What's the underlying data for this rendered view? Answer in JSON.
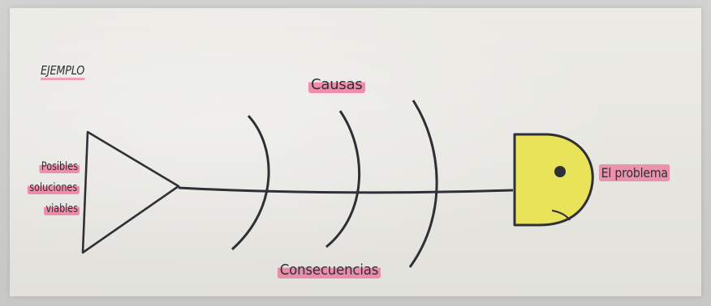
{
  "diagram": {
    "label_example": "EJEMPLO",
    "label_causes": "Causas",
    "label_consequences": "Consecuencias",
    "label_problem": "El problema",
    "solutions_lines": [
      "Posibles",
      "soluciones",
      "viables"
    ]
  },
  "colors": {
    "ink": "#2f3037",
    "highlight": "#ee6e96",
    "head_fill": "#e9e35a",
    "paper": "#e9e8e3"
  }
}
